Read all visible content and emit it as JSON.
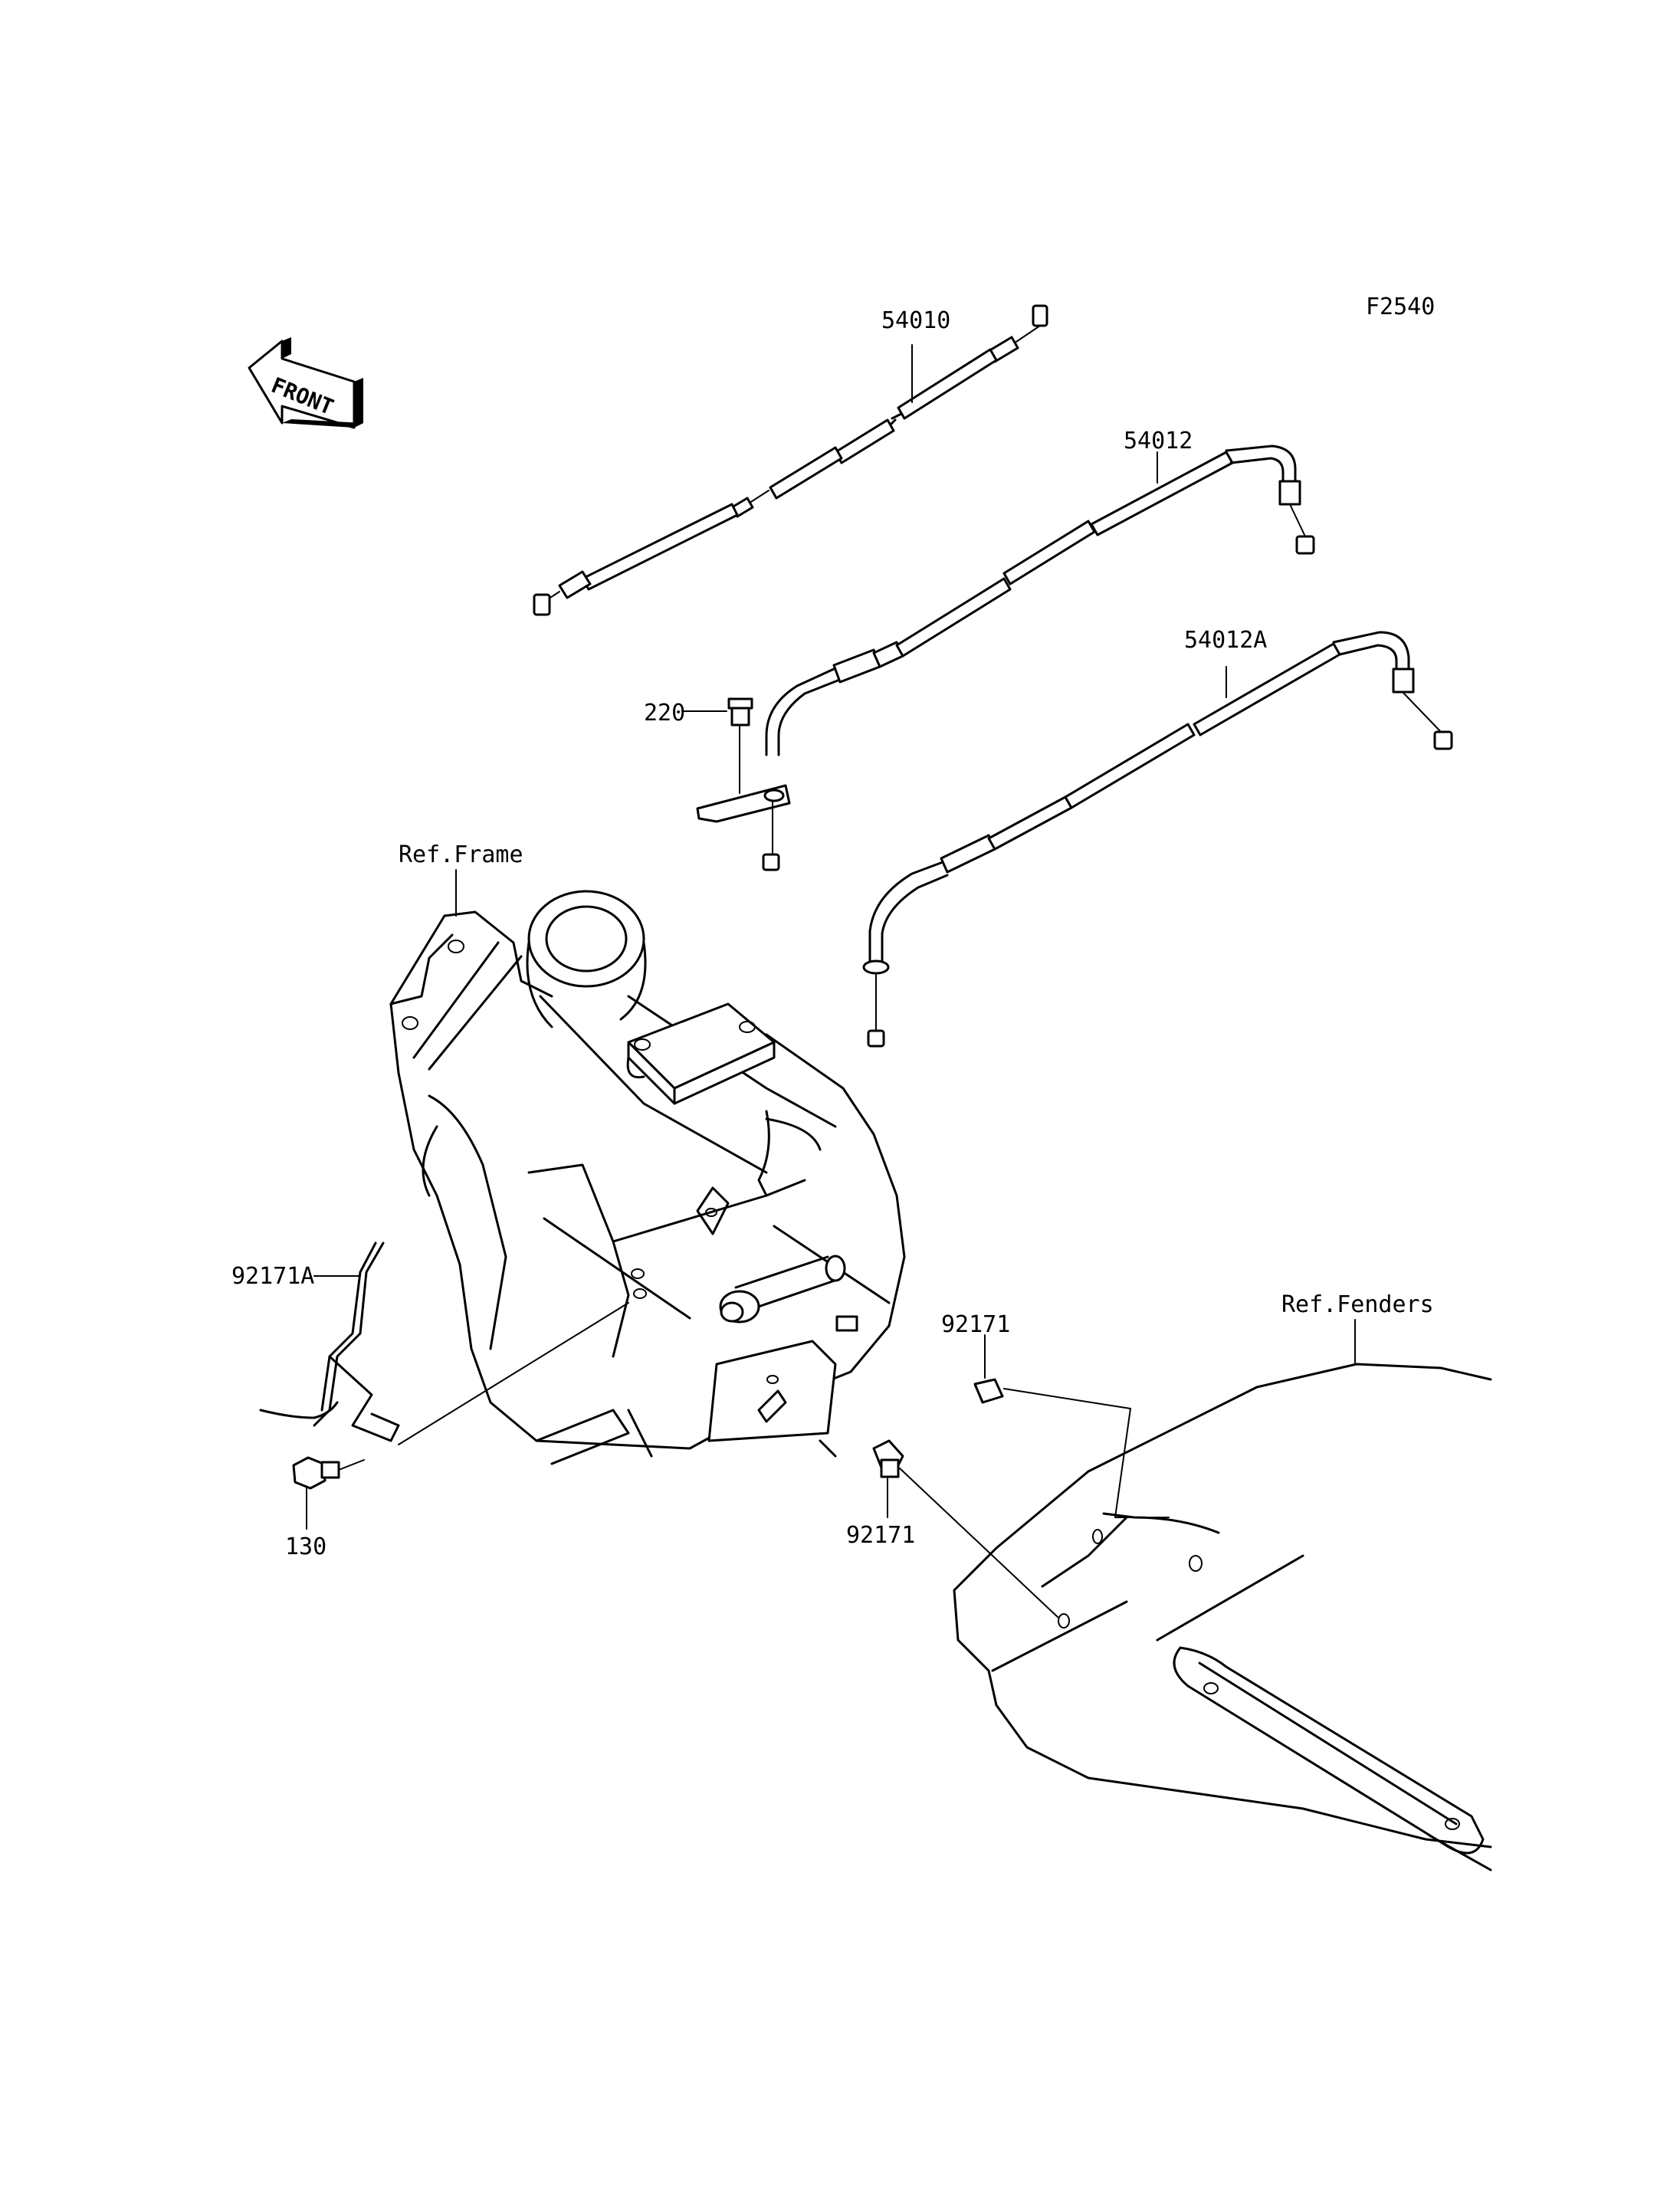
{
  "diagram_code": "F2540",
  "front_arrow_label": "FRONT",
  "callouts": {
    "throttle_cable_a": "54010",
    "throttle_cable_b": "54012",
    "throttle_cable_c": "54012A",
    "bolt": "220",
    "ref_frame": "Ref.Frame",
    "clamp_a": "92171A",
    "flange_bolt": "130",
    "clamp_top": "92171",
    "clamp_bottom": "92171",
    "ref_fenders": "Ref.Fenders"
  }
}
